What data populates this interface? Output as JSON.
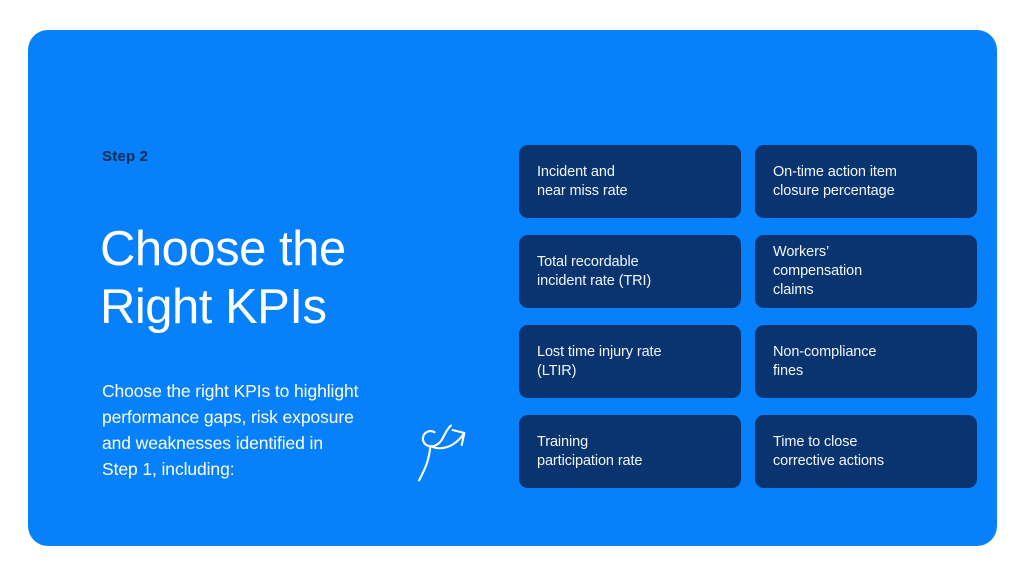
{
  "slide": {
    "background_color": "#ffffff",
    "panel_color": "#0680fb",
    "card_color": "#0a3470",
    "step_label_color": "#0b2a52",
    "text_color": "#ffffff"
  },
  "left": {
    "step_label": "Step 2",
    "title": "Choose the\nRight KPIs",
    "body": "Choose the right KPIs to highlight\nperformance gaps, risk exposure\nand weaknesses identified in\nStep 1, including:",
    "doodle": "curly-arrow-icon"
  },
  "cards": [
    {
      "label": "Incident and\nnear miss rate"
    },
    {
      "label": "On-time action item\nclosure percentage"
    },
    {
      "label": "Total recordable\nincident rate (TRI)"
    },
    {
      "label": "Workers’\ncompensation\nclaims"
    },
    {
      "label": "Lost time injury rate\n(LTIR)"
    },
    {
      "label": "Non-compliance\nfines"
    },
    {
      "label": "Training\nparticipation rate"
    },
    {
      "label": "Time to close\ncorrective actions"
    }
  ]
}
